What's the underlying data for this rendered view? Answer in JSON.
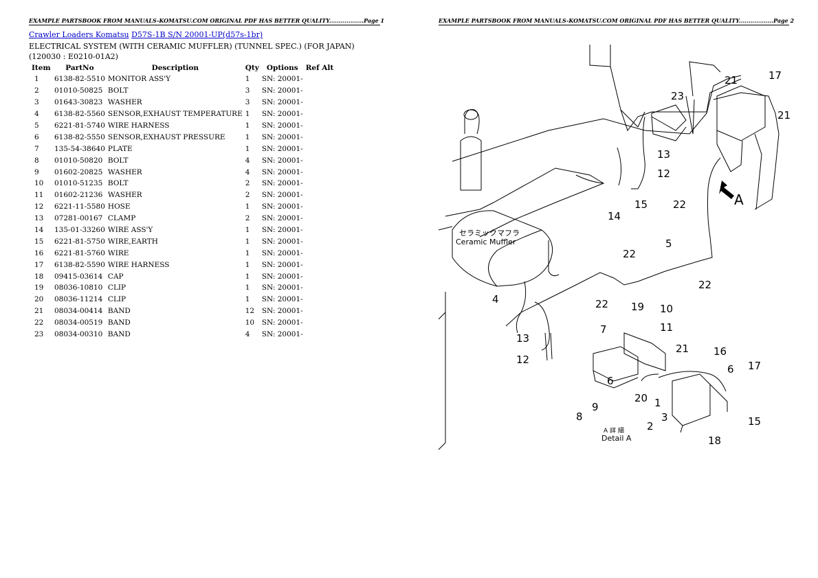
{
  "header": {
    "left": "EXAMPLE PARTSBOOK FROM MANUALS-KOMATSU.COM ORIGINAL PDF HAS BETTER QUALITY..................Page 1",
    "right": "EXAMPLE PARTSBOOK FROM MANUALS-KOMATSU.COM ORIGINAL PDF HAS BETTER QUALITY..................Page 2"
  },
  "breadcrumb": {
    "link1": "Crawler Loaders Komatsu",
    "link2": "D57S-1B S/N 20001-UP(d57s-1br)"
  },
  "subtitle": "ELECTRICAL SYSTEM (WITH CERAMIC MUFFLER) (TUNNEL SPEC.) (FOR JAPAN)(120030 : E0210-01A2)",
  "table": {
    "columns": [
      "Item",
      "PartNo",
      "Description",
      "Qty",
      "Options",
      "Ref Alt"
    ],
    "rows": [
      [
        "1",
        "6138-82-5510",
        "MONITOR ASS'Y",
        "1",
        "SN: 20001-",
        ""
      ],
      [
        "2",
        "01010-50825",
        "BOLT",
        "3",
        "SN: 20001-",
        ""
      ],
      [
        "3",
        "01643-30823",
        "WASHER",
        "3",
        "SN: 20001-",
        ""
      ],
      [
        "4",
        "6138-82-5560",
        "SENSOR,EXHAUST TEMPERATURE",
        "1",
        "SN: 20001-",
        ""
      ],
      [
        "5",
        "6221-81-5740",
        "WIRE HARNESS",
        "1",
        "SN: 20001-",
        ""
      ],
      [
        "6",
        "6138-82-5550",
        "SENSOR,EXHAUST PRESSURE",
        "1",
        "SN: 20001-",
        ""
      ],
      [
        "7",
        "135-54-38640",
        "PLATE",
        "1",
        "SN: 20001-",
        ""
      ],
      [
        "8",
        "01010-50820",
        "BOLT",
        "4",
        "SN: 20001-",
        ""
      ],
      [
        "9",
        "01602-20825",
        "WASHER",
        "4",
        "SN: 20001-",
        ""
      ],
      [
        "10",
        "01010-51235",
        "BOLT",
        "2",
        "SN: 20001-",
        ""
      ],
      [
        "11",
        "01602-21236",
        "WASHER",
        "2",
        "SN: 20001-",
        ""
      ],
      [
        "12",
        "6221-11-5580",
        "HOSE",
        "1",
        "SN: 20001-",
        ""
      ],
      [
        "13",
        "07281-00167",
        "CLAMP",
        "2",
        "SN: 20001-",
        ""
      ],
      [
        "14",
        "135-01-33260",
        "WIRE ASS'Y",
        "1",
        "SN: 20001-",
        ""
      ],
      [
        "15",
        "6221-81-5750",
        "WIRE,EARTH",
        "1",
        "SN: 20001-",
        ""
      ],
      [
        "16",
        "6221-81-5760",
        "WIRE",
        "1",
        "SN: 20001-",
        ""
      ],
      [
        "17",
        "6138-82-5590",
        "WIRE HARNESS",
        "1",
        "SN: 20001-",
        ""
      ],
      [
        "18",
        "09415-03614",
        "CAP",
        "1",
        "SN: 20001-",
        ""
      ],
      [
        "19",
        "08036-10810",
        "CLIP",
        "1",
        "SN: 20001-",
        ""
      ],
      [
        "20",
        "08036-11214",
        "CLIP",
        "1",
        "SN: 20001-",
        ""
      ],
      [
        "21",
        "08034-00414",
        "BAND",
        "12",
        "SN: 20001-",
        ""
      ],
      [
        "22",
        "08034-00519",
        "BAND",
        "10",
        "SN: 20001-",
        ""
      ],
      [
        "23",
        "08034-00310",
        "BAND",
        "4",
        "SN: 20001-",
        ""
      ]
    ]
  },
  "diagram": {
    "muffler_jp": "セラミックマフラ",
    "muffler_en": "Ceramic Muffler",
    "detail_jp": "A 詳 細",
    "detail_en": "Detail A",
    "arrow_label": "A",
    "callouts": [
      "1",
      "2",
      "3",
      "4",
      "5",
      "6",
      "7",
      "8",
      "9",
      "10",
      "11",
      "12",
      "12",
      "13",
      "13",
      "14",
      "15",
      "15",
      "16",
      "17",
      "17",
      "18",
      "19",
      "20",
      "21",
      "21",
      "21",
      "22",
      "22",
      "22",
      "22",
      "23"
    ]
  }
}
